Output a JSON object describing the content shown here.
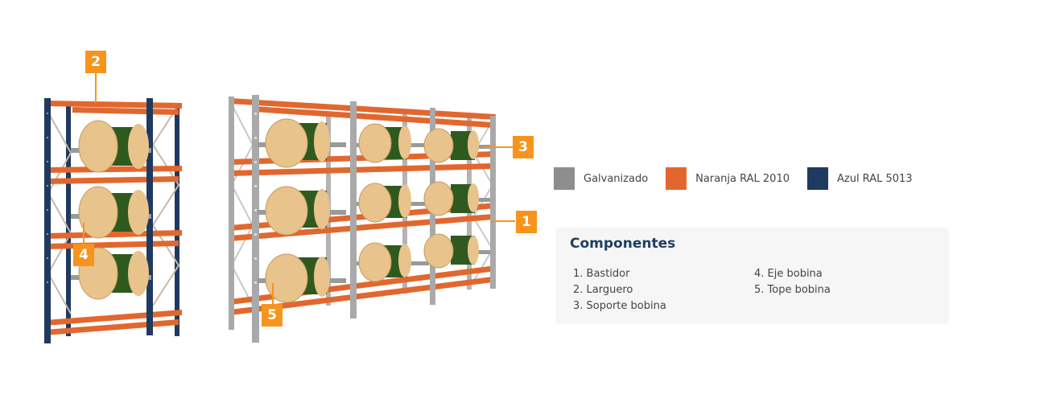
{
  "callouts": [
    {
      "id": "c2",
      "text": "2"
    },
    {
      "id": "c4",
      "text": "4"
    },
    {
      "id": "c5",
      "text": "5"
    },
    {
      "id": "c3",
      "text": "3"
    },
    {
      "id": "c1",
      "text": "1"
    }
  ],
  "legend": [
    {
      "label": "Galvanizado",
      "color": "#8e8e8e"
    },
    {
      "label": "Naranja RAL 2010",
      "color": "#e2672e"
    },
    {
      "label": "Azul RAL 5013",
      "color": "#1f3a5f"
    }
  ],
  "components": {
    "title": "Componentes",
    "col_a": [
      "1. Bastidor",
      "2. Larguero",
      "3. Soporte bobina"
    ],
    "col_b": [
      "4. Eje bobina",
      "5. Tope bobina"
    ]
  },
  "colors": {
    "accent": "#f7941d",
    "beam": "#e2672e",
    "upright_blue": "#1f3a5f",
    "upright_galv": "#a9a9a9",
    "reel_wood": "#e8c38b",
    "reel_cable": "#2f5a1f"
  }
}
